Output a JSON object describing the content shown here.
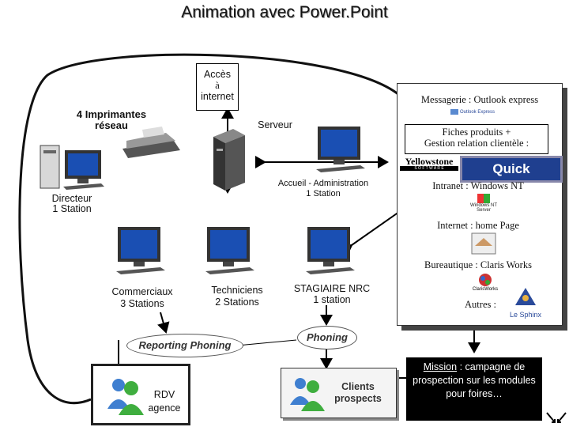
{
  "title": "Animation avec Power.Point",
  "nodes": {
    "internet_access": [
      "Accès",
      "à",
      "internet"
    ],
    "printers": [
      "4 Imprimantes",
      "réseau"
    ],
    "server": "Serveur",
    "director": [
      "Directeur",
      "1 Station"
    ],
    "reception": [
      "Accueil - Administration",
      "1 Station"
    ],
    "sales": [
      "Commerciaux",
      "3 Stations"
    ],
    "technicians": [
      "Techniciens",
      "2 Stations"
    ],
    "intern": [
      "STAGIAIRE NRC",
      "1 station"
    ],
    "rdv": [
      "RDV",
      "agence"
    ],
    "clients": [
      "Clients",
      "prospects"
    ]
  },
  "ovals": {
    "reporting": "Reporting Phoning",
    "phoning": "Phoning"
  },
  "panel": {
    "messagerie": "Messagerie : Outlook express",
    "outlook_logo": "Outlook Express",
    "fiches": [
      "Fiches produits +",
      "Gestion relation clientèle :"
    ],
    "yellowstone": "Yellowstone",
    "yellowstone_sub": "S O F T W A R E",
    "quickbusiness": "Quick Business",
    "intranet": "Intranet : Windows NT",
    "nt_logo": [
      "Windows NT",
      "Server"
    ],
    "internet": "Internet : home Page",
    "bureautique": "Bureautique : Claris Works",
    "claris_logo": "ClarisWorks",
    "autres": "Autres :",
    "sphinx": "Le Sphinx"
  },
  "mission": {
    "label": "Mission",
    "text": " : campagne de prospection sur les modules pour foires…"
  },
  "colors": {
    "link": "#000000",
    "network_curve": "#111111",
    "monitor_screen": "#1a4fb3",
    "quickbusiness_bg": "#1f3f8f",
    "user_icon_green": "#3fae3f",
    "user_icon_blue": "#3f7fd0"
  }
}
